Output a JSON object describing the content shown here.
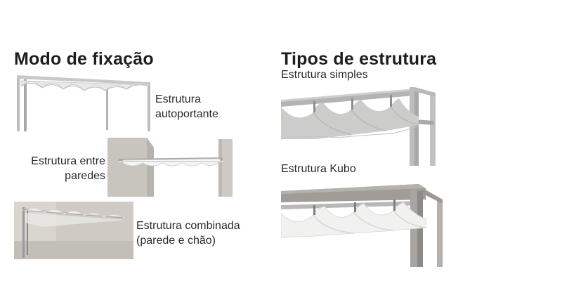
{
  "fixation": {
    "heading": "Modo de fixação",
    "items": [
      {
        "line1": "Estrutura",
        "line2": "autoportante"
      },
      {
        "line1": "Estrutura entre",
        "line2": "paredes"
      },
      {
        "line1": "Estrutura combinada",
        "line2": "(parede e chão)"
      }
    ]
  },
  "structure": {
    "heading": "Tipos de estrutura",
    "items": [
      {
        "label": "Estrutura simples"
      },
      {
        "label": "Estrutura Kubo"
      }
    ]
  },
  "colors": {
    "frame": "#b9b9b9",
    "fabric_simple": "#cfcfcd",
    "fabric_light": "#f4f4f2",
    "wall": "#c9c5bf"
  }
}
